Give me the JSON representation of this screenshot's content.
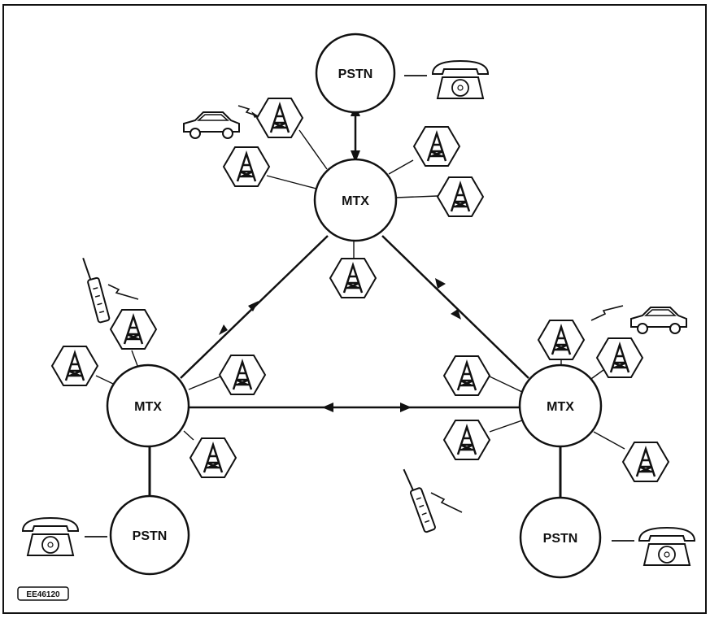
{
  "nodes": {
    "pstn_top": "PSTN",
    "pstn_left": "PSTN",
    "pstn_right": "PSTN",
    "mtx_top": "MTX",
    "mtx_left": "MTX",
    "mtx_right": "MTX"
  },
  "figure_code": "EE46120",
  "icons": {
    "base_station": "radio-tower-icon",
    "telephone": "telephone-icon",
    "car": "car-icon",
    "handheld": "handheld-phone-icon"
  }
}
